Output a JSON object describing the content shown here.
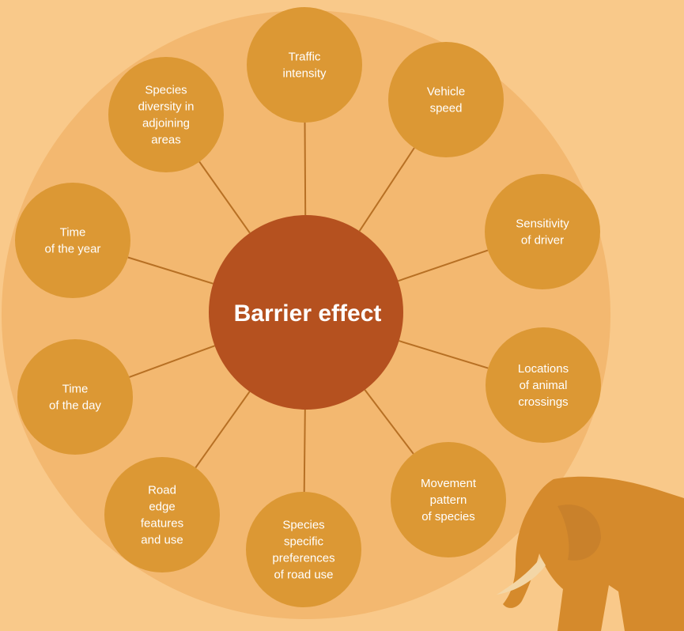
{
  "colors": {
    "background": "#f9c98a",
    "outer_ring": "#f3b870",
    "node": "#dc9834",
    "hub": "#b5511f",
    "connector": "#b77024",
    "elephant": "#d58a2c",
    "text": "#ffffff"
  },
  "diagram": {
    "center": {
      "label": "Barrier effect"
    },
    "factors": [
      {
        "id": "traffic-intensity",
        "lines": [
          "Traffic",
          "intensity"
        ]
      },
      {
        "id": "vehicle-speed",
        "lines": [
          "Vehicle",
          "speed"
        ]
      },
      {
        "id": "sensitivity-of-driver",
        "lines": [
          "Sensitivity",
          "of driver"
        ]
      },
      {
        "id": "locations-of-animal-crossings",
        "lines": [
          "Locations",
          "of animal",
          "crossings"
        ]
      },
      {
        "id": "movement-pattern-of-species",
        "lines": [
          "Movement",
          "pattern",
          "of species"
        ]
      },
      {
        "id": "species-specific-preferences",
        "lines": [
          "Species",
          "specific",
          "preferences",
          "of road use"
        ]
      },
      {
        "id": "road-edge-features",
        "lines": [
          "Road",
          "edge",
          "features",
          "and use"
        ]
      },
      {
        "id": "time-of-the-day",
        "lines": [
          "Time",
          "of the day"
        ]
      },
      {
        "id": "time-of-the-year",
        "lines": [
          "Time",
          "of the year"
        ]
      },
      {
        "id": "species-diversity",
        "lines": [
          "Species",
          "diversity in",
          "adjoining",
          "areas"
        ]
      }
    ],
    "decoration": "elephant-silhouette-icon"
  }
}
